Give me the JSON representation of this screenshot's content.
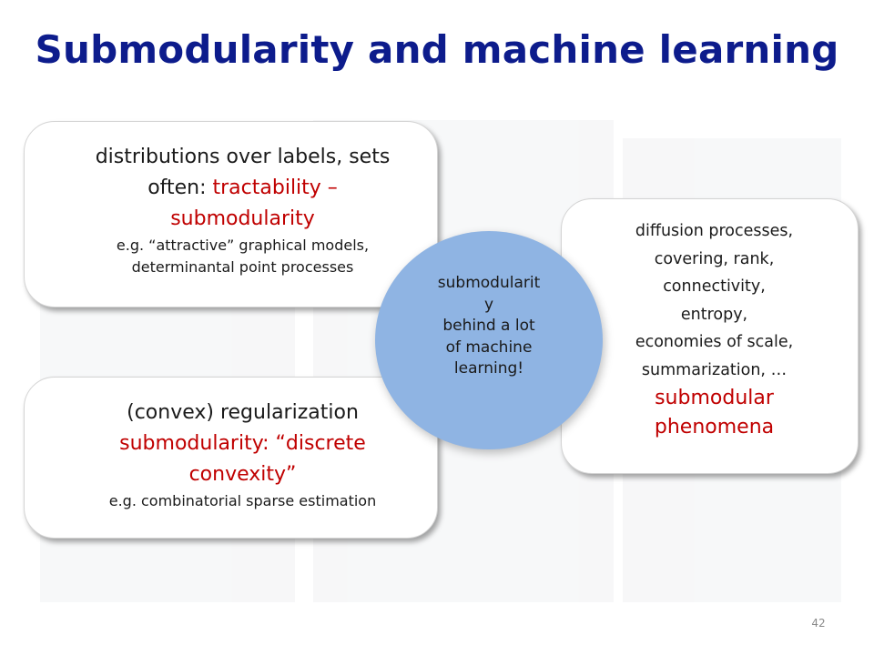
{
  "slide": {
    "title": "Submodularity and machine learning",
    "page_number": "42"
  },
  "top_left": {
    "lines": [
      "distributions over labels, sets",
      "submodularity",
      "e.g. “attractive” graphical models,",
      "determinantal point processes"
    ],
    "often_prefix": "often: ",
    "often_highlight": "tractability –"
  },
  "bottom_left": {
    "lines": [
      "(convex) regularization",
      "submodularity: “discrete",
      "convexity”",
      "e.g. combinatorial sparse estimation"
    ]
  },
  "center": {
    "lines": [
      "submodularit",
      "y",
      "behind a lot",
      "of machine",
      "learning!"
    ]
  },
  "right": {
    "lines": [
      "diffusion processes,",
      "covering, rank,",
      "connectivity,",
      "entropy,",
      "economies of scale,",
      "summarization, …",
      "submodular",
      "phenomena"
    ]
  },
  "colors": {
    "title": "#0d1c8c",
    "highlight": "#c00000",
    "circle_fill": "#8fb4e3"
  }
}
